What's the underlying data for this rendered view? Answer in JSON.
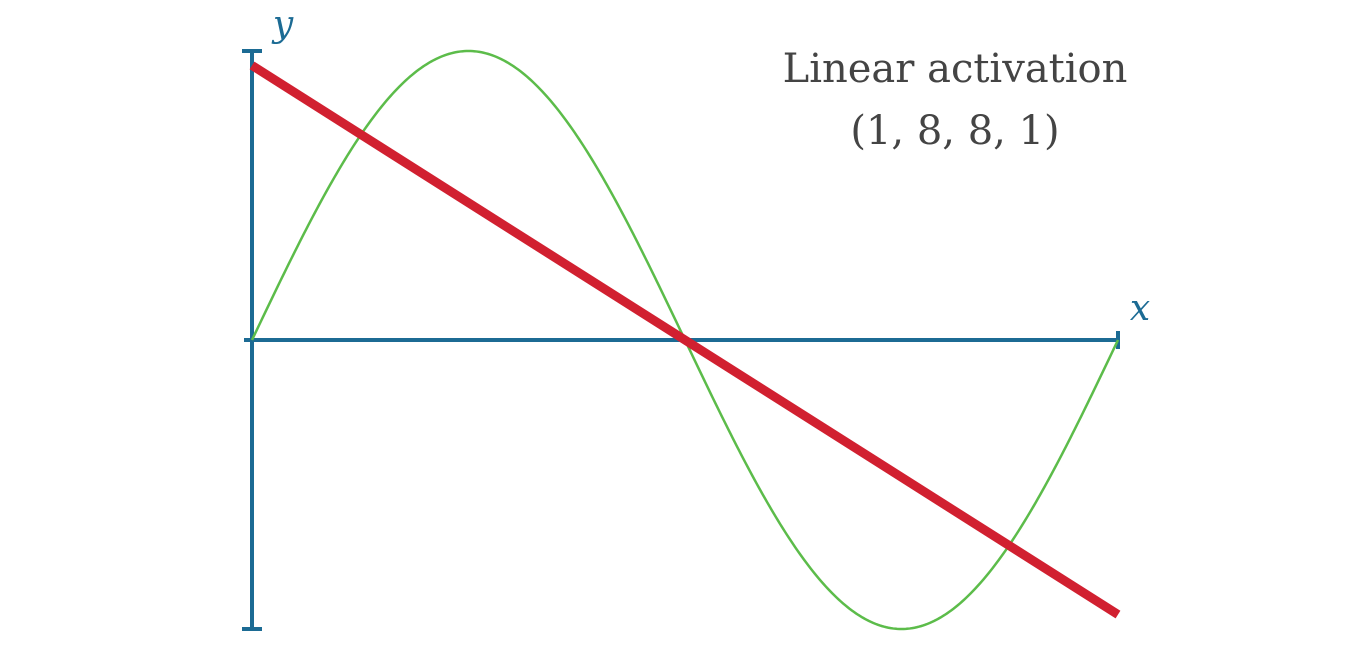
{
  "colors": {
    "background": "#ffffff",
    "axis": "#1c6b94",
    "target_curve": "#5cbc4a",
    "fit_line": "#d12030",
    "title_text": "#444444"
  },
  "chart_data": {
    "type": "line",
    "title": "Linear activation",
    "subtitle": "(1, 8, 8, 1)",
    "xlabel": "x",
    "ylabel": "y",
    "xlim": [
      0,
      1
    ],
    "ylim": [
      -1,
      1
    ],
    "grid": false,
    "series": [
      {
        "function": "sin(2*pi*x)",
        "x_range": [
          0,
          1
        ],
        "color": "#5cbc4a"
      },
      {
        "x": [
          0,
          1
        ],
        "values": [
          0.95,
          -0.95
        ],
        "color": "#d12030"
      }
    ]
  }
}
